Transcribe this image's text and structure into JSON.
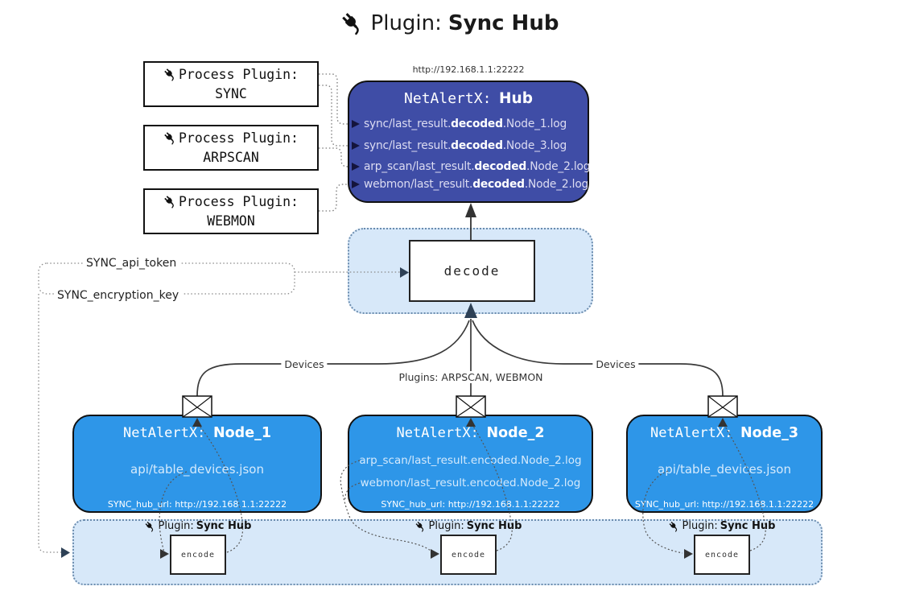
{
  "title": {
    "label": "Plugin:",
    "name": "Sync Hub"
  },
  "hub": {
    "url": "http://192.168.1.1:22222",
    "prefix": "NetAlertX:",
    "name": "Hub",
    "logs": [
      {
        "pre": "sync/last_result.",
        "mid": "decoded",
        "post": ".Node_1.log"
      },
      {
        "pre": "sync/last_result.",
        "mid": "decoded",
        "post": ".Node_3.log"
      },
      {
        "pre": "arp_scan/last_result.",
        "mid": "decoded",
        "post": ".Node_2.log"
      },
      {
        "pre": "webmon/last_result.",
        "mid": "decoded",
        "post": ".Node_2.log"
      }
    ]
  },
  "process_plugins": [
    {
      "label": "Process Plugin:",
      "name": "SYNC"
    },
    {
      "label": "Process Plugin:",
      "name": "ARPSCAN"
    },
    {
      "label": "Process Plugin:",
      "name": "WEBMON"
    }
  ],
  "decode": {
    "label": "decode"
  },
  "keys": {
    "api_token": "SYNC_api_token",
    "encryption_key": "SYNC_encryption_key"
  },
  "edge_labels": {
    "devices_left": "Devices",
    "devices_right": "Devices",
    "plugins": "Plugins: ARPSCAN, WEBMON"
  },
  "nodes": [
    {
      "prefix": "NetAlertX:",
      "name": "Node_1",
      "files": [
        "api/table_devices.json"
      ],
      "hub_url": "SYNC_hub_url: http://192.168.1.1:22222"
    },
    {
      "prefix": "NetAlertX:",
      "name": "Node_2",
      "files": [
        "arp_scan/last_result.encoded.Node_2.log",
        "webmon/last_result.encoded.Node_2.log"
      ],
      "hub_url": "SYNC_hub_url: http://192.168.1.1:22222"
    },
    {
      "prefix": "NetAlertX:",
      "name": "Node_3",
      "files": [
        "api/table_devices.json"
      ],
      "hub_url": "SYNC_hub_url: http://192.168.1.1:22222"
    }
  ],
  "encoders": [
    {
      "label": "Plugin:",
      "name": "Sync Hub",
      "box": "encode"
    },
    {
      "label": "Plugin:",
      "name": "Sync Hub",
      "box": "encode"
    },
    {
      "label": "Plugin:",
      "name": "Sync Hub",
      "box": "encode"
    }
  ],
  "colors": {
    "hub": "#3f4da6",
    "node": "#2e96e8",
    "panel": "#d7e8f9",
    "line": "#333333",
    "arrow": "#2e4156"
  }
}
